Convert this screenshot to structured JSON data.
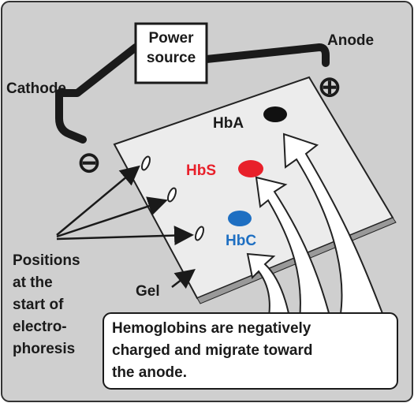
{
  "power_source": {
    "line1": "Power",
    "line2": "source"
  },
  "electrodes": {
    "anode_label": "Anode",
    "cathode_label": "Cathode",
    "anode_symbol": "⊕",
    "cathode_symbol": "⊖"
  },
  "bands": {
    "hba": {
      "label": "HbA",
      "color": "#111111"
    },
    "hbs": {
      "label": "HbS",
      "color": "#e8202a"
    },
    "hbc": {
      "label": "HbC",
      "color": "#1e6fc2"
    }
  },
  "gel_label": "Gel",
  "positions_label": [
    "Positions",
    "at the",
    "start of",
    "electro-",
    "phoresis"
  ],
  "callout": [
    "Hemoglobins are negatively",
    "charged and migrate toward",
    "the anode."
  ],
  "colors": {
    "background": "#cfcfcf",
    "frame": "#333333",
    "wire": "#1a1a1a",
    "gel_fill": "#ececec",
    "text": "#1a1a1a"
  }
}
